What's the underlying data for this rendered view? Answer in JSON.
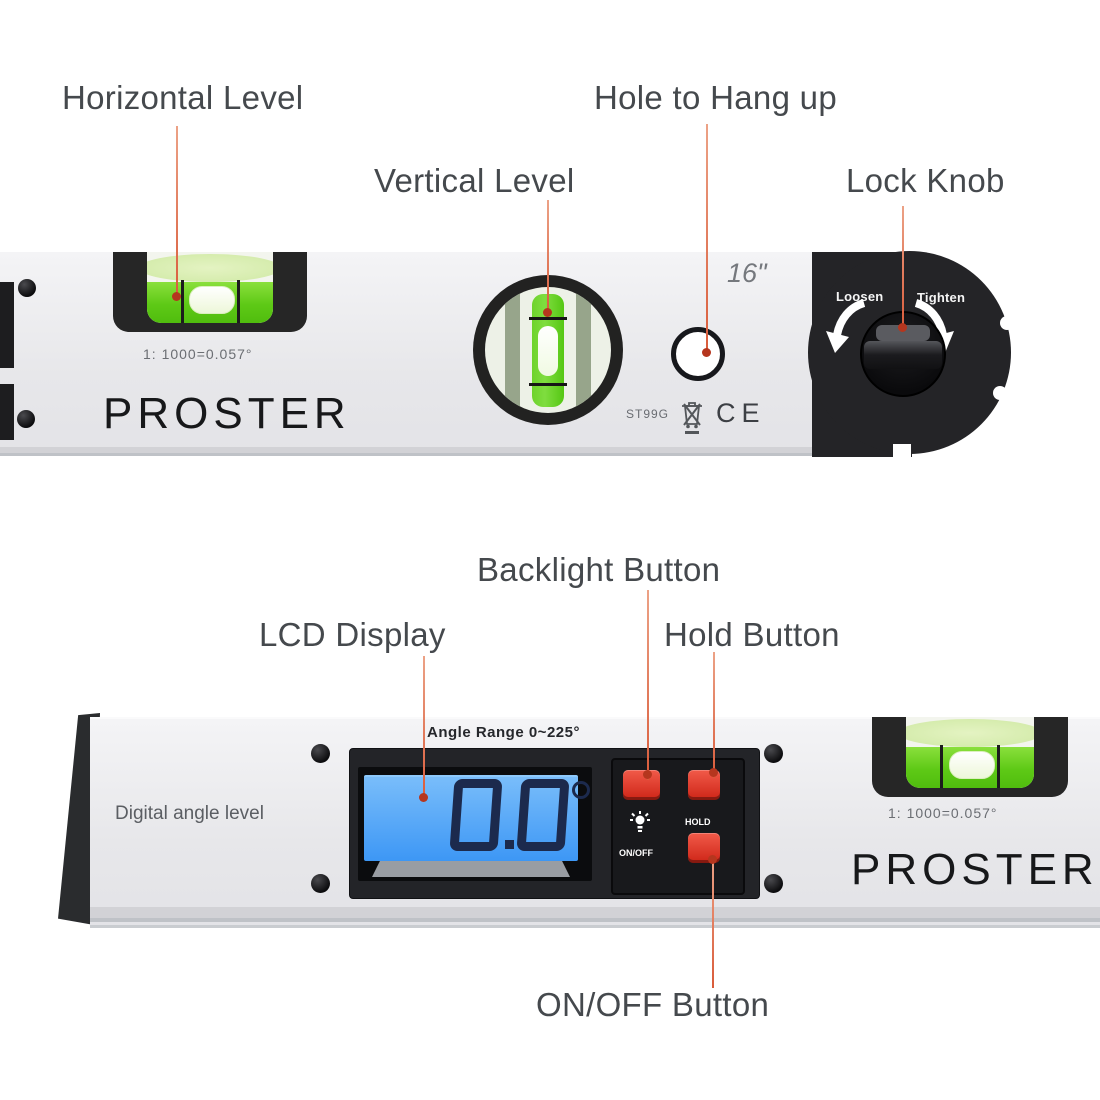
{
  "callouts": {
    "horizontal_level": "Horizontal Level",
    "vertical_level": "Vertical Level",
    "hole_to_hang_up": "Hole to Hang up",
    "lock_knob": "Lock Knob",
    "backlight_button": "Backlight Button",
    "lcd_display": "LCD Display",
    "hold_button": "Hold Button",
    "on_off_button": "ON/OFF Button"
  },
  "top_level": {
    "brand": "PROSTER",
    "length_label": "16\"",
    "vial_ratio": "1: 1000=0.057°",
    "model_code": "ST99G",
    "certification": "CE",
    "knob_loosen": "Loosen",
    "knob_tighten": "Tighten",
    "icons": {
      "weee": "crossed-out-bin-icon",
      "hole": "hang-hole",
      "knob": "lock-knob"
    }
  },
  "bottom_level": {
    "brand": "PROSTER",
    "product_text": "Digital angle level",
    "angle_range": "Angle Range 0~225°",
    "vial_ratio": "1: 1000=0.057°",
    "lcd_value": "0.0",
    "lcd_unit_symbol": "°",
    "button_hold": "HOLD",
    "button_onoff": "ON/OFF",
    "icons": {
      "backlight": "backlight-bulb-icon"
    }
  },
  "colors": {
    "callout_line": "#d95b3a",
    "callout_dot": "#b5361e",
    "vial_green": "#5ec916",
    "lcd_blue": "#4fa5f6",
    "lcd_digit_navy": "#1c2a4d",
    "button_red": "#e23a2a",
    "body_gray": "#e9e9ec",
    "cap_black": "#242427"
  }
}
